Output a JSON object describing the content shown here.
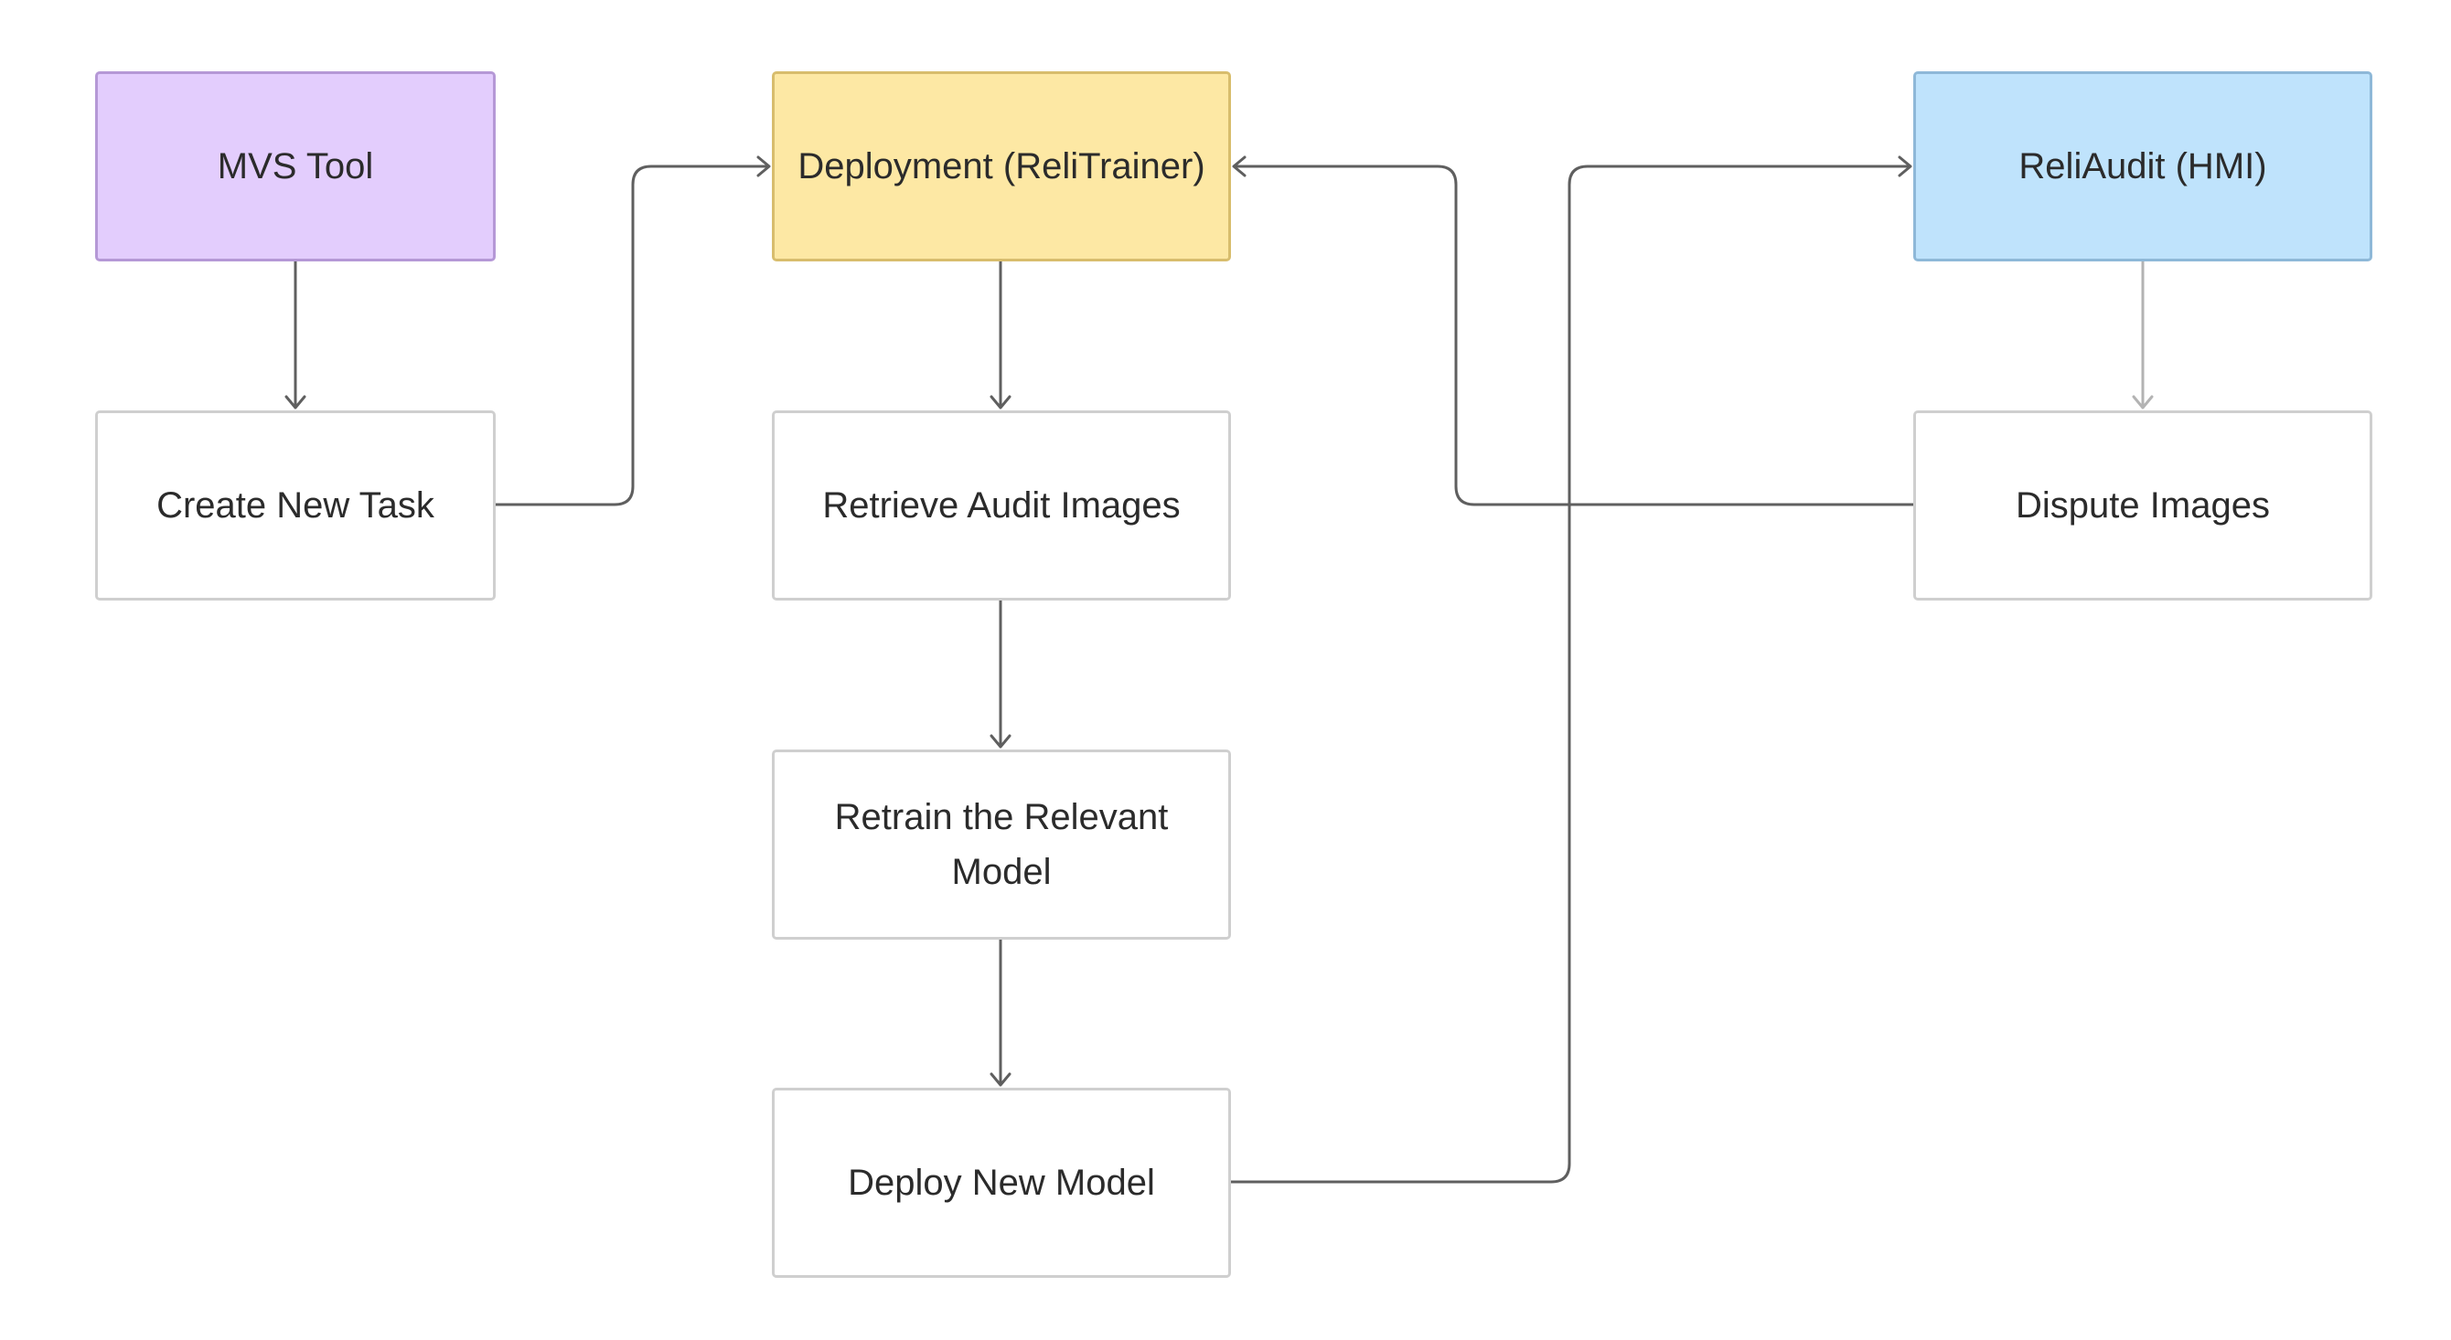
{
  "nodes": {
    "mvs_tool": "MVS Tool",
    "create_new_task": "Create New Task",
    "deployment": "Deployment (ReliTrainer)",
    "retrieve_audit_images": "Retrieve Audit Images",
    "retrain_model": "Retrain the Relevant Model",
    "deploy_new_model": "Deploy New Model",
    "reliaudit": "ReliAudit (HMI)",
    "dispute_images": "Dispute Images"
  },
  "colors": {
    "mvs_fill": "#e3cdfd",
    "deployment_fill": "#fde8a4",
    "reliaudit_fill": "#bfe3fc",
    "default_fill": "#ffffff",
    "connector": "#5f5f5f"
  },
  "edges": [
    {
      "from": "mvs_tool",
      "to": "create_new_task"
    },
    {
      "from": "create_new_task",
      "to": "deployment"
    },
    {
      "from": "deployment",
      "to": "retrieve_audit_images"
    },
    {
      "from": "retrieve_audit_images",
      "to": "retrain_model"
    },
    {
      "from": "retrain_model",
      "to": "deploy_new_model"
    },
    {
      "from": "deploy_new_model",
      "to": "reliaudit"
    },
    {
      "from": "reliaudit",
      "to": "dispute_images"
    },
    {
      "from": "dispute_images",
      "to": "deployment"
    }
  ]
}
